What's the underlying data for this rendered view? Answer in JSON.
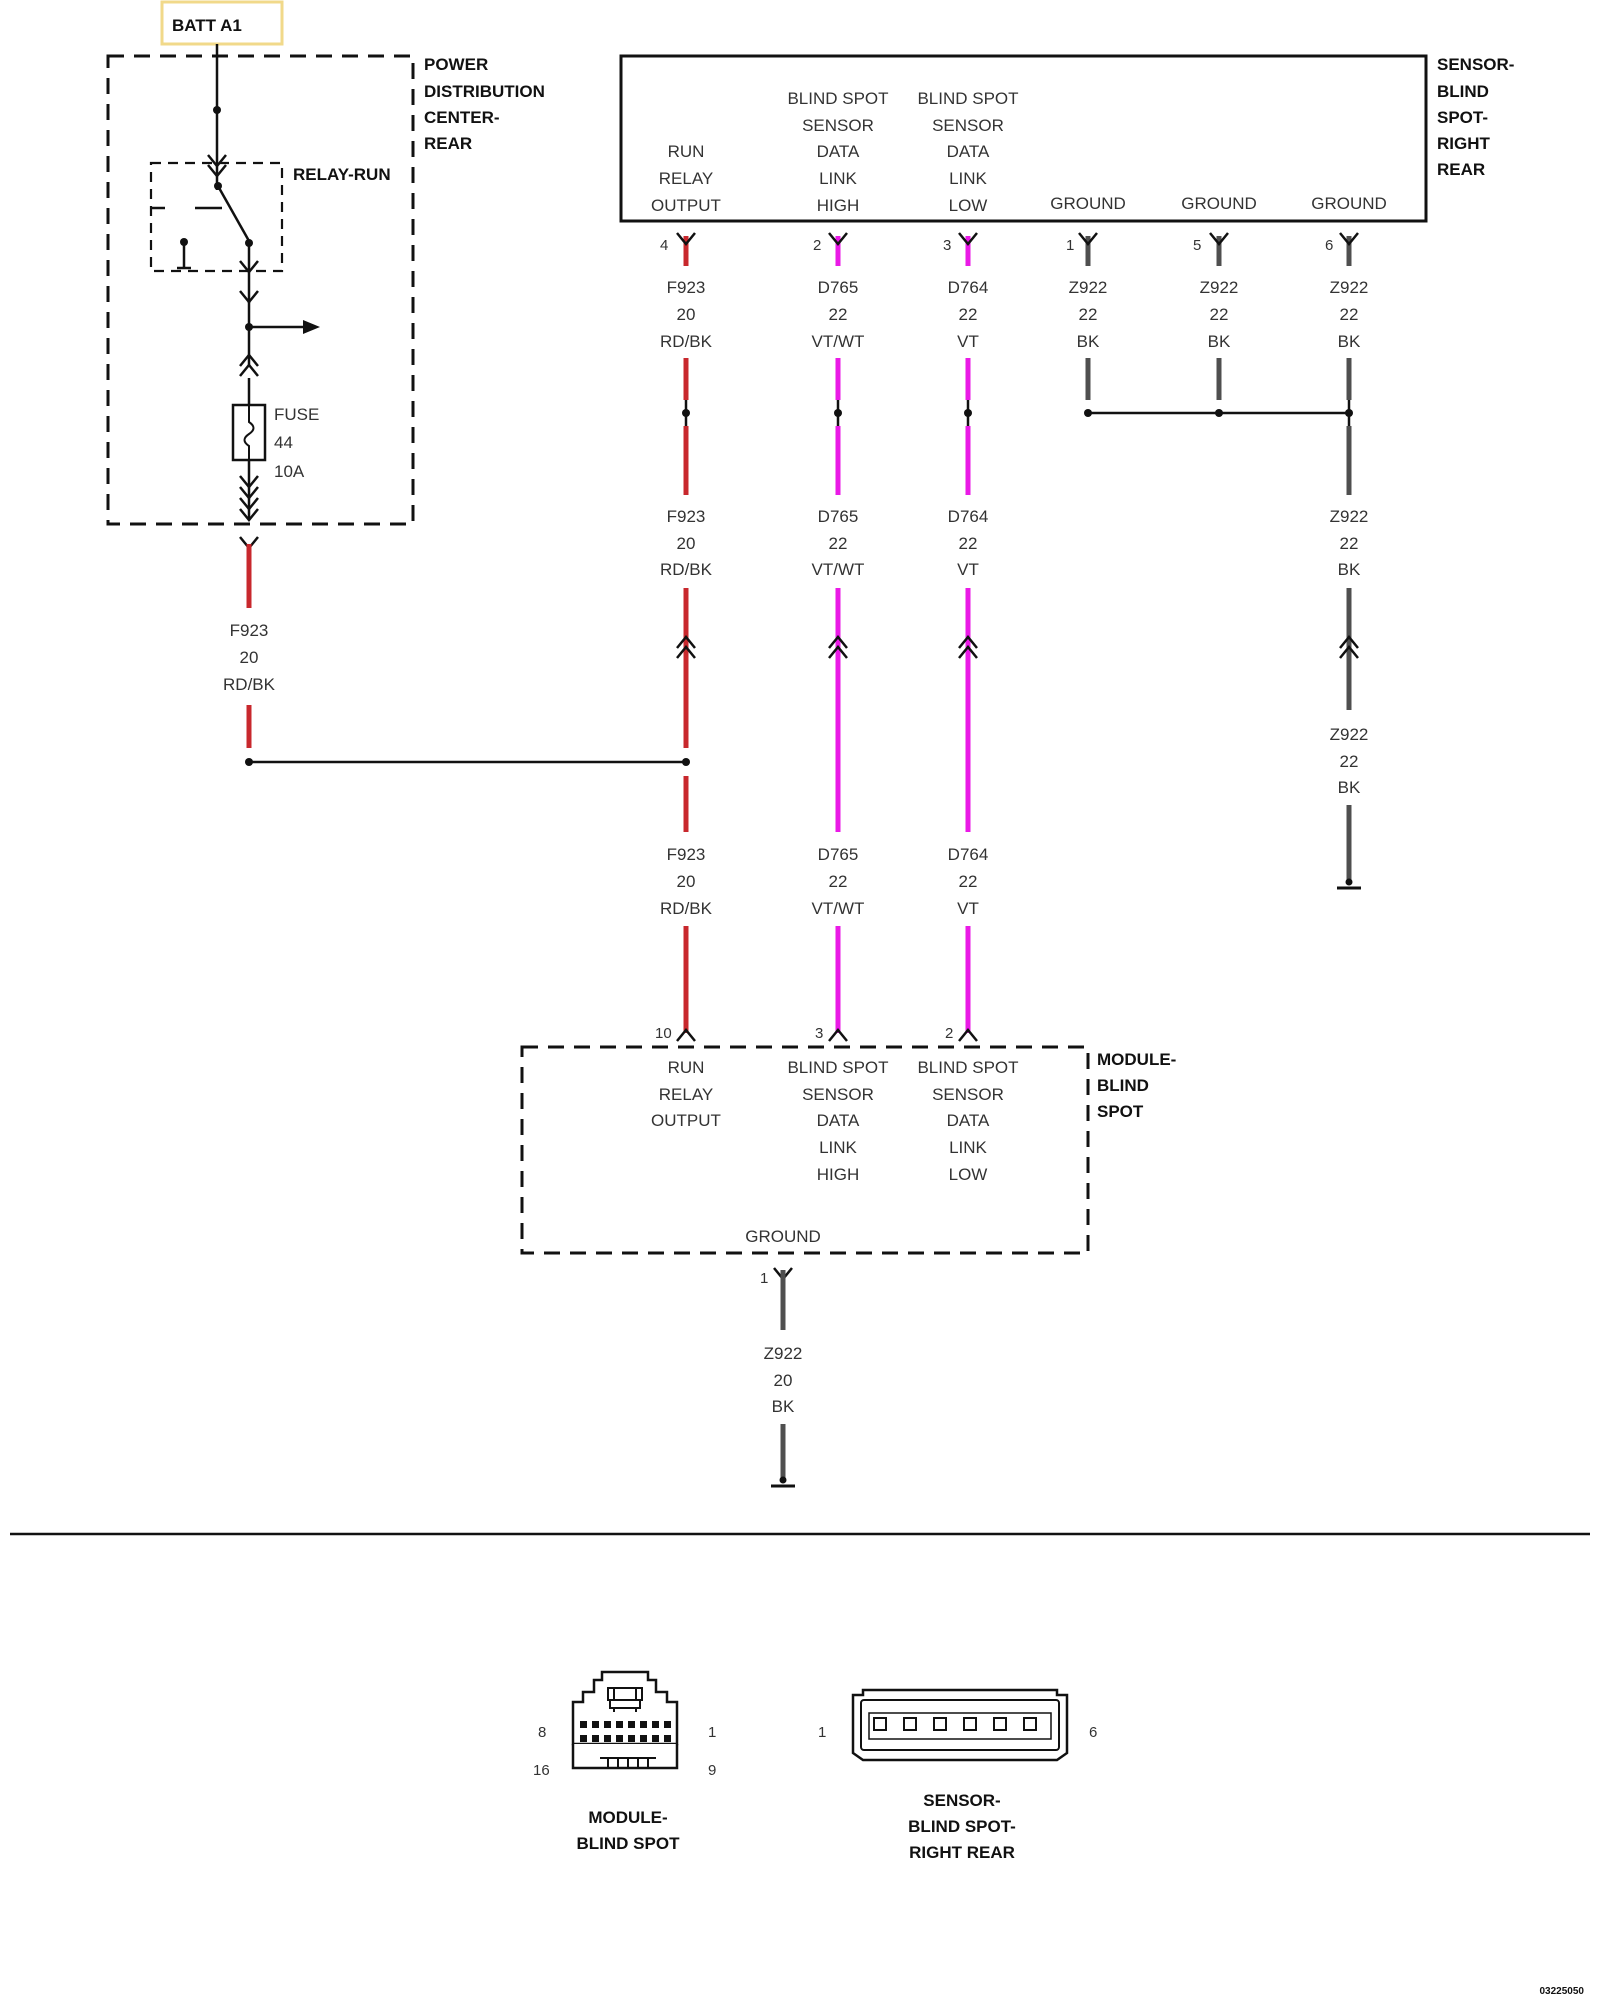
{
  "colors": {
    "red": "#c8282d",
    "violet": "#ea1ae6",
    "black_wire": "#4f4f4f",
    "batt_border": "#f1d98a"
  },
  "batt": {
    "label": "BATT A1"
  },
  "pdc": {
    "title_lines": [
      "POWER",
      "DISTRIBUTION",
      "CENTER-",
      "REAR"
    ],
    "relay_label": "RELAY-RUN",
    "fuse_lines": [
      "FUSE",
      "44",
      "10A"
    ]
  },
  "sensor": {
    "title_lines": [
      "SENSOR-",
      "BLIND",
      "SPOT-",
      "RIGHT",
      "REAR"
    ]
  },
  "module": {
    "title_lines": [
      "MODULE-",
      "BLIND",
      "SPOT"
    ],
    "ground_label": "GROUND"
  },
  "sensor_pins": [
    {
      "pin": "4",
      "label_lines": [
        "RUN",
        "RELAY",
        "OUTPUT"
      ],
      "wire_lines": [
        "F923",
        "20",
        "RD/BK"
      ]
    },
    {
      "pin": "2",
      "label_lines": [
        "BLIND SPOT",
        "SENSOR",
        "DATA",
        "LINK",
        "HIGH"
      ],
      "wire_lines": [
        "D765",
        "22",
        "VT/WT"
      ]
    },
    {
      "pin": "3",
      "label_lines": [
        "BLIND SPOT",
        "SENSOR",
        "DATA",
        "LINK",
        "LOW"
      ],
      "wire_lines": [
        "D764",
        "22",
        "VT"
      ]
    },
    {
      "pin": "1",
      "label_lines": [
        "GROUND"
      ],
      "wire_lines": [
        "Z922",
        "22",
        "BK"
      ]
    },
    {
      "pin": "5",
      "label_lines": [
        "GROUND"
      ],
      "wire_lines": [
        "Z922",
        "22",
        "BK"
      ]
    },
    {
      "pin": "6",
      "label_lines": [
        "GROUND"
      ],
      "wire_lines": [
        "Z922",
        "22",
        "BK"
      ]
    }
  ],
  "mid_wires": [
    {
      "wire_lines": [
        "F923",
        "20",
        "RD/BK"
      ]
    },
    {
      "wire_lines": [
        "D765",
        "22",
        "VT/WT"
      ]
    },
    {
      "wire_lines": [
        "D764",
        "22",
        "VT"
      ]
    },
    {
      "wire_lines": [
        "Z922",
        "22",
        "BK"
      ]
    }
  ],
  "ground_lower_wire": {
    "wire_lines": [
      "Z922",
      "22",
      "BK"
    ]
  },
  "pdc_output_wire": {
    "wire_lines": [
      "F923",
      "20",
      "RD/BK"
    ]
  },
  "lower_wires": [
    {
      "wire_lines": [
        "F923",
        "20",
        "RD/BK"
      ]
    },
    {
      "wire_lines": [
        "D765",
        "22",
        "VT/WT"
      ]
    },
    {
      "wire_lines": [
        "D764",
        "22",
        "VT"
      ]
    }
  ],
  "module_pins": [
    {
      "pin": "10",
      "label_lines": [
        "RUN",
        "RELAY",
        "OUTPUT"
      ]
    },
    {
      "pin": "3",
      "label_lines": [
        "BLIND SPOT",
        "SENSOR",
        "DATA",
        "LINK",
        "HIGH"
      ]
    },
    {
      "pin": "2",
      "label_lines": [
        "BLIND SPOT",
        "SENSOR",
        "DATA",
        "LINK",
        "LOW"
      ]
    }
  ],
  "module_ground": {
    "pin": "1",
    "wire_lines": [
      "Z922",
      "20",
      "BK"
    ]
  },
  "connector_views": {
    "module": {
      "caption_lines": [
        "MODULE-",
        "BLIND SPOT"
      ],
      "pins": [
        "8",
        "1",
        "16",
        "9"
      ]
    },
    "sensor": {
      "caption_lines": [
        "SENSOR-",
        "BLIND SPOT-",
        "RIGHT REAR"
      ],
      "pins": [
        "1",
        "6"
      ]
    }
  },
  "figure_id": "03225050"
}
